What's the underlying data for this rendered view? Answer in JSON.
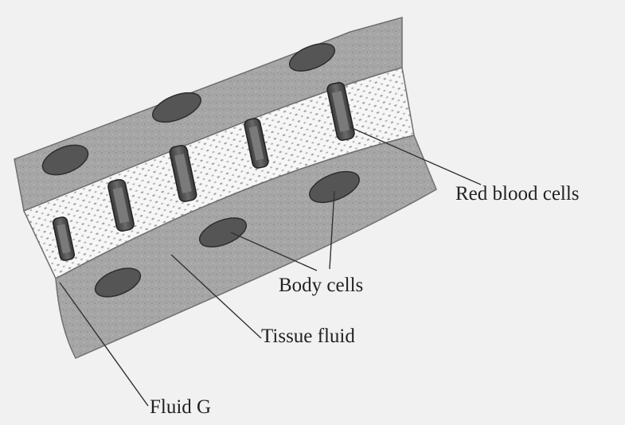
{
  "labels": {
    "red_blood_cells": "Red blood cells",
    "body_cells": "Body cells",
    "tissue_fluid": "Tissue fluid",
    "fluid_g": "Fluid G"
  },
  "colors": {
    "background": "#f1f1f1",
    "tissue": "#a6a6a6",
    "vessel_lumen": "#f6f6f6",
    "plasma_dots": "#9a9a9a",
    "cell_nucleus": "#555555",
    "red_blood_cell": "#4a4a4a",
    "label_lines": "#333333"
  }
}
